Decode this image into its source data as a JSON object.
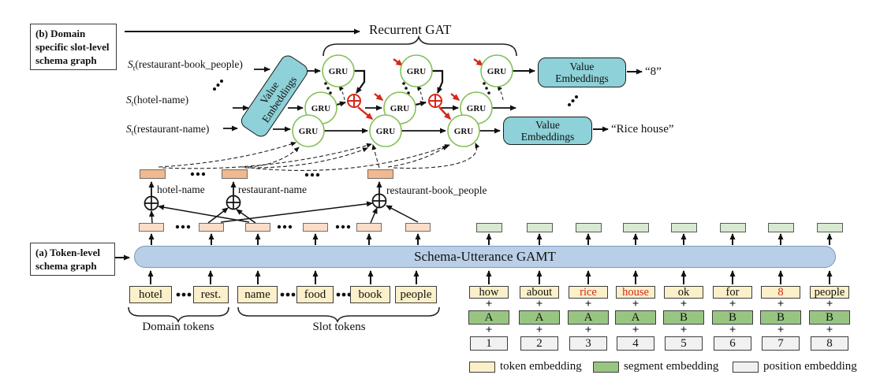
{
  "panels": {
    "b_label": "(b) Domain specific slot-level schema graph",
    "a_label": "(a) Token-level schema graph"
  },
  "recurrent_gat_title": "Recurrent GAT",
  "slot_states": {
    "prefix": "S",
    "sub": "t",
    "items": [
      "(restaurant-book_people)",
      "(hotel-name)",
      "(restaurant-name)"
    ]
  },
  "gru_label": "GRU",
  "value_embeddings_label": "Value Embeddings",
  "value_outputs": {
    "top": "“8”",
    "bottom": "“Rice house”"
  },
  "slot_summary_labels": [
    "hotel-name",
    "restaurant-name",
    "restaurant-book_people"
  ],
  "gamt_bar_label": "Schema-Utterance GAMT",
  "schema_tokens": [
    "hotel",
    "rest.",
    "name",
    "food",
    "book",
    "people"
  ],
  "token_group_labels": {
    "domain": "Domain tokens",
    "slot": "Slot tokens"
  },
  "utterance_tokens": [
    {
      "text": "how",
      "highlight": false
    },
    {
      "text": "about",
      "highlight": false
    },
    {
      "text": "rice",
      "highlight": true
    },
    {
      "text": "house",
      "highlight": true
    },
    {
      "text": "ok",
      "highlight": false
    },
    {
      "text": "for",
      "highlight": false
    },
    {
      "text": "8",
      "highlight": true
    },
    {
      "text": "people",
      "highlight": false
    }
  ],
  "segments": [
    "A",
    "A",
    "A",
    "A",
    "B",
    "B",
    "B",
    "B"
  ],
  "positions": [
    "1",
    "2",
    "3",
    "4",
    "5",
    "6",
    "7",
    "8"
  ],
  "plus_sign": "+",
  "legend": [
    {
      "label": "token embedding",
      "color": "#fbf0c9"
    },
    {
      "label": "segment embedding",
      "color": "#98c682"
    },
    {
      "label": "position embedding",
      "color": "#f1f1f1"
    }
  ],
  "colors": {
    "value_embedding_teal": "#8ed1d8",
    "gamt_bar_blue": "#b9cfe7",
    "token_yellow": "#fbf0c9",
    "segment_green": "#98c682",
    "position_gray": "#f1f1f1",
    "schema_output_pink": "#fbdcc8",
    "slot_summary_orange": "#f0b98f",
    "utterance_output_green": "#d8e9d2",
    "gru_circle_green": "#85c058",
    "highlight_red": "#d5281b"
  }
}
